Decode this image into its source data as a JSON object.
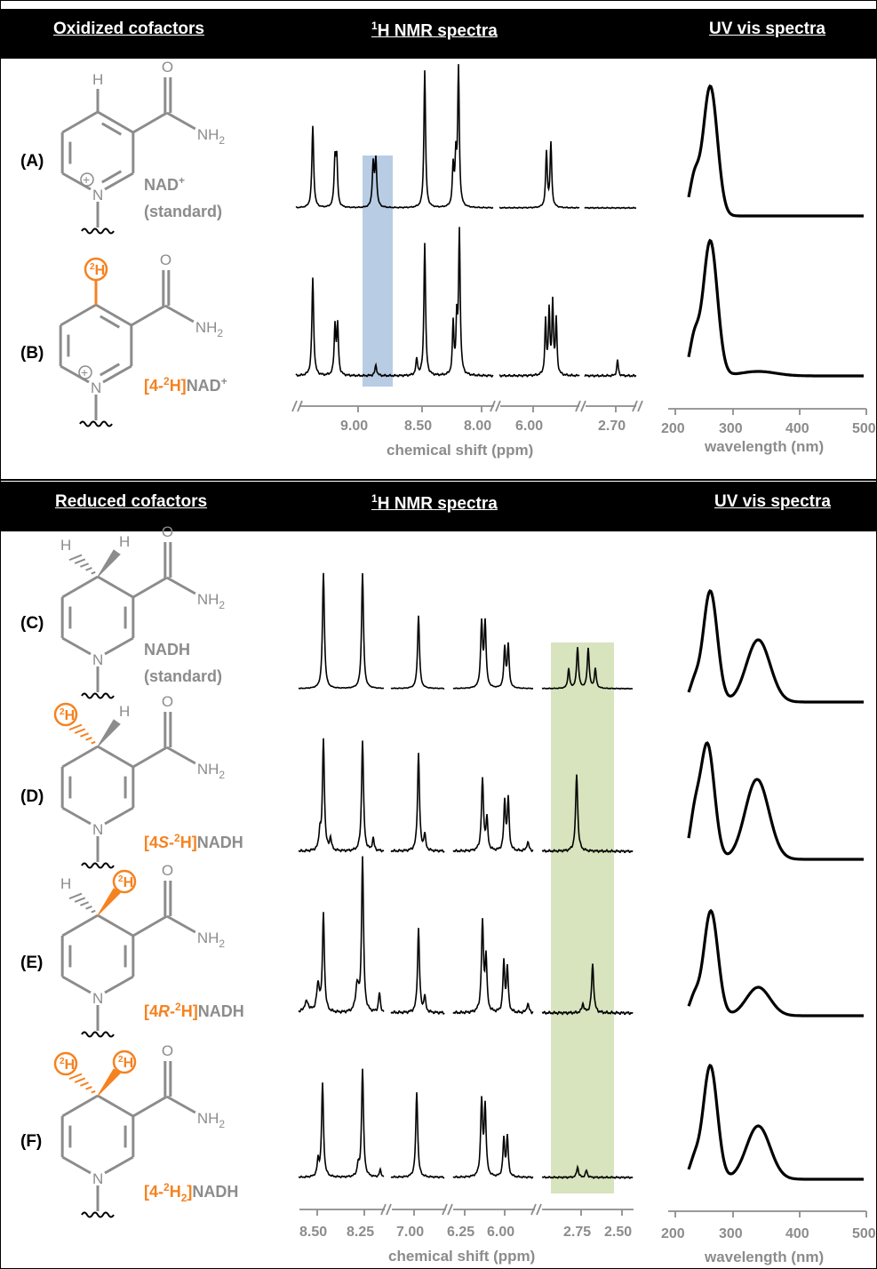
{
  "top": {
    "headers": [
      "Oxidized cofactors",
      "1H NMR spectra",
      "UV vis spectra"
    ],
    "nmr_axis": {
      "label": "chemical shift (ppm)",
      "ticks": [
        "9.00",
        "8.50",
        "8.00",
        "6.00",
        "2.70"
      ]
    },
    "uv_axis": {
      "label": "wavelength (nm)",
      "ticks": [
        "200",
        "300",
        "400",
        "500"
      ]
    },
    "rows": [
      {
        "id": "(A)",
        "name": "NAD+",
        "name_sub": "(standard)"
      },
      {
        "id": "(B)",
        "name_orange": "[4-2H]",
        "name_gray": "NAD+"
      }
    ]
  },
  "bottom": {
    "headers": [
      "Reduced cofactors",
      "1H NMR spectra",
      "UV vis spectra"
    ],
    "nmr_axis": {
      "label": "chemical shift (ppm)",
      "ticks": [
        "8.50",
        "8.25",
        "7.00",
        "6.25",
        "6.00",
        "2.75",
        "2.50"
      ]
    },
    "uv_axis": {
      "label": "wavelength (nm)",
      "ticks": [
        "200",
        "300",
        "400",
        "500"
      ]
    },
    "rows": [
      {
        "id": "(C)",
        "name": "NADH",
        "name_sub": "(standard)"
      },
      {
        "id": "(D)",
        "name_orange": "[4S-2H]",
        "name_gray": "NADH"
      },
      {
        "id": "(E)",
        "name_orange": "[4R-2H]",
        "name_gray": "NADH"
      },
      {
        "id": "(F)",
        "name_orange": "[4-2H2]",
        "name_gray": "NADH"
      }
    ]
  },
  "chem": {
    "H": "H",
    "D": "2H",
    "O": "O",
    "N": "N",
    "NH2": "NH2",
    "plus": "+"
  },
  "colors": {
    "deuterium": "#f58220",
    "structure": "#8c8c8c",
    "nad_highlight": "#b8cce4",
    "nadh_highlight": "#d7e4bd"
  }
}
